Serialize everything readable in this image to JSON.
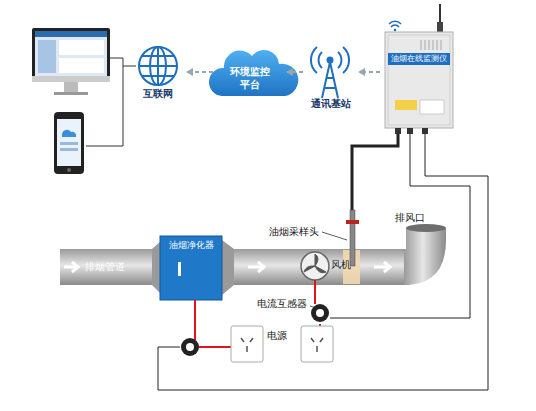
{
  "diagram": {
    "nodes": [
      {
        "text": [
          "互联网"
        ]
      },
      {
        "text": [
          "环境监控平台"
        ]
      },
      {
        "text": [
          "通讯基站"
        ]
      },
      {
        "text": [
          "油烟在线监测仪"
        ]
      },
      {
        "text": [
          "油烟净化器"
        ]
      }
    ],
    "edges": [
      {
        "from": 1,
        "to": 0,
        "arrow": "to"
      },
      {
        "from": 2,
        "to": 1,
        "arrow": "to"
      },
      {
        "from": 3,
        "to": 2,
        "arrow": "to"
      }
    ],
    "labels": [
      "排烟管道",
      "风机",
      "油烟采样头",
      "排风口",
      "电流互感器",
      "电源"
    ]
  }
}
